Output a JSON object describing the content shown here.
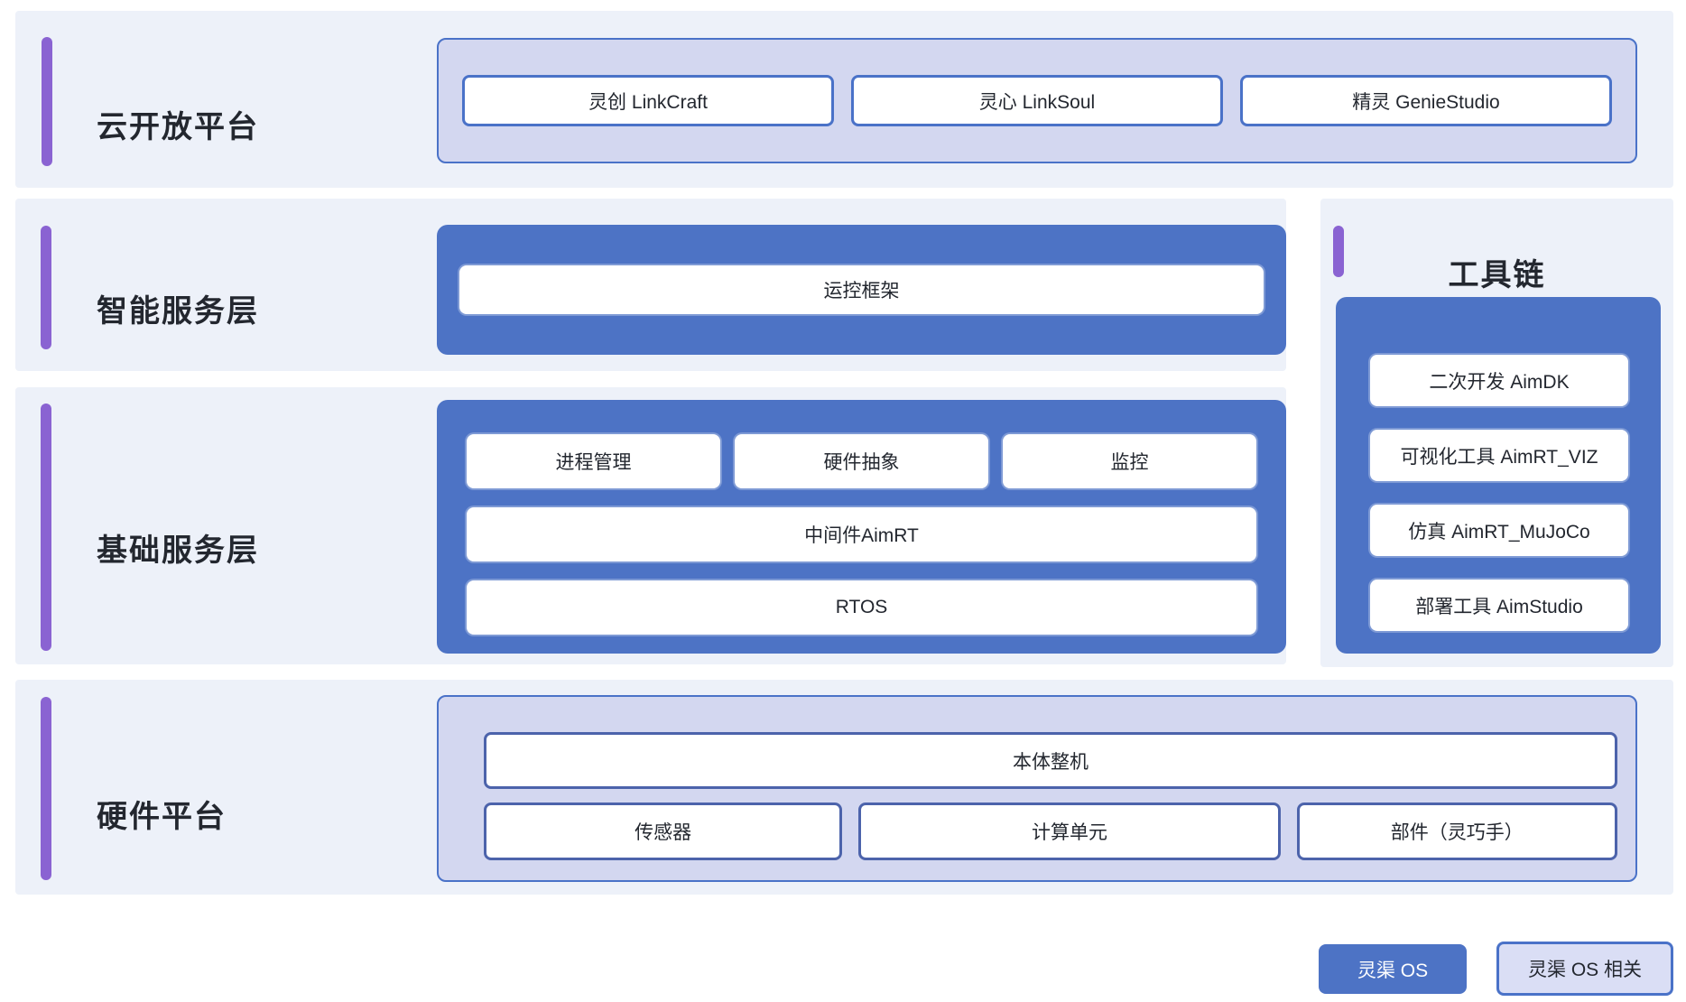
{
  "colors": {
    "panel_bg": "#edf1f9",
    "blue_fill": "#4d73c5",
    "blue_border": "#4a72c8",
    "lavender_fill": "#d3d7f0",
    "hardware_border": "#4c63ab",
    "purple_accent": "#8a63d2",
    "text_dark": "#23272f"
  },
  "sections": {
    "cloud": {
      "title": "云开放平台",
      "items": [
        "灵创 LinkCraft",
        "灵心 LinkSoul",
        "精灵 GenieStudio"
      ]
    },
    "intelligent": {
      "title": "智能服务层",
      "items": [
        "运控框架"
      ]
    },
    "foundation": {
      "title": "基础服务层",
      "row1": [
        "进程管理",
        "硬件抽象",
        "监控"
      ],
      "row2": "中间件AimRT",
      "row3": "RTOS"
    },
    "toolchain": {
      "title": "工具链",
      "items": [
        "二次开发 AimDK",
        "可视化工具 AimRT_VIZ",
        "仿真 AimRT_MuJoCo",
        "部署工具 AimStudio"
      ]
    },
    "hardware": {
      "title": "硬件平台",
      "top": "本体整机",
      "row": [
        "传感器",
        "计算单元",
        "部件（灵巧手）"
      ]
    }
  },
  "legend": {
    "os_label": "灵渠 OS",
    "related_label": "灵渠 OS 相关"
  }
}
